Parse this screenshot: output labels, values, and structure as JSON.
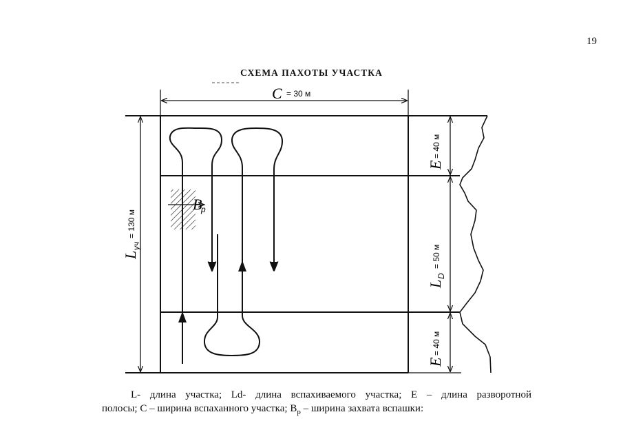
{
  "page_number": "19",
  "title": "СХЕМА ПАХОТЫ УЧАСТКА",
  "dimensions": {
    "width": {
      "symbol": "C",
      "value": "= 30 м"
    },
    "total_length": {
      "symbol": "L",
      "subscript": "уч",
      "value": "= 130 м"
    },
    "headland_top": {
      "symbol": "E",
      "value": "= 40 м"
    },
    "plowed_length": {
      "symbol": "L",
      "subscript": "D",
      "value": "= 50 м"
    },
    "headland_bottom": {
      "symbol": "E",
      "value": "= 40 м"
    },
    "working_width": {
      "symbol": "B",
      "subscript": "p"
    }
  },
  "caption": {
    "line1": "L- длина участка; Ld- длина вспахиваемого участка; E – длина разворотной",
    "line2_a": "полосы; C – ширина вспаханного участка; B",
    "line2_sub": "p",
    "line2_b": " – ширина захвата вспашки:"
  }
}
